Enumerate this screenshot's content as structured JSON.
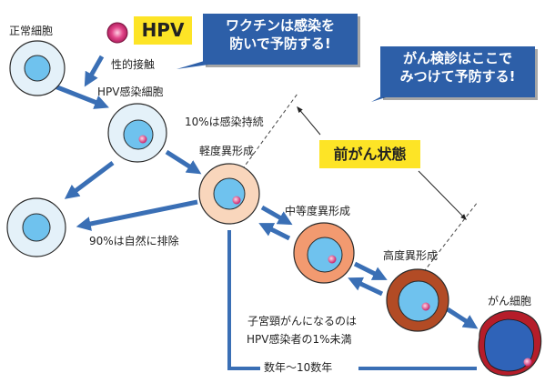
{
  "hpv_label": "HPV",
  "vaccine_callout": [
    "ワクチンは感染を",
    "防いで予防する!"
  ],
  "screening_callout": [
    "がん検診はここで",
    "みつけて予防する!"
  ],
  "precancer_label": "前がん状態",
  "labels": {
    "normal_cell": "正常細胞",
    "sexual_contact": "性的接触",
    "hpv_infected_cell": "HPV感染細胞",
    "persistent_10": "10%は感染持続",
    "mild_dysplasia": "軽度異形成",
    "moderate_dysplasia": "中等度異形成",
    "severe_dysplasia": "高度異形成",
    "cancer_cell": "がん細胞",
    "cleared_90": "90%は自然に排除",
    "cancer_rate_line1": "子宮頸がんになるのは",
    "cancer_rate_line2": "HPV感染者の1%未満",
    "timeline": "数年〜10数年"
  },
  "colors": {
    "arrow_blue": "#3a6fb5",
    "cell_outer_normal": "#e4f1f9",
    "nucleus_blue": "#6fc2ee",
    "mild_outer": "#f9d6bc",
    "moderate_outer": "#f29a70",
    "severe_outer": "#b24b25",
    "cancer_outer": "#b51d2a",
    "cancer_nucleus": "#2f63b8",
    "virus_pink": "#d9367a",
    "callout_blue": "#2d5fa8",
    "highlight_yellow": "#fde426"
  }
}
